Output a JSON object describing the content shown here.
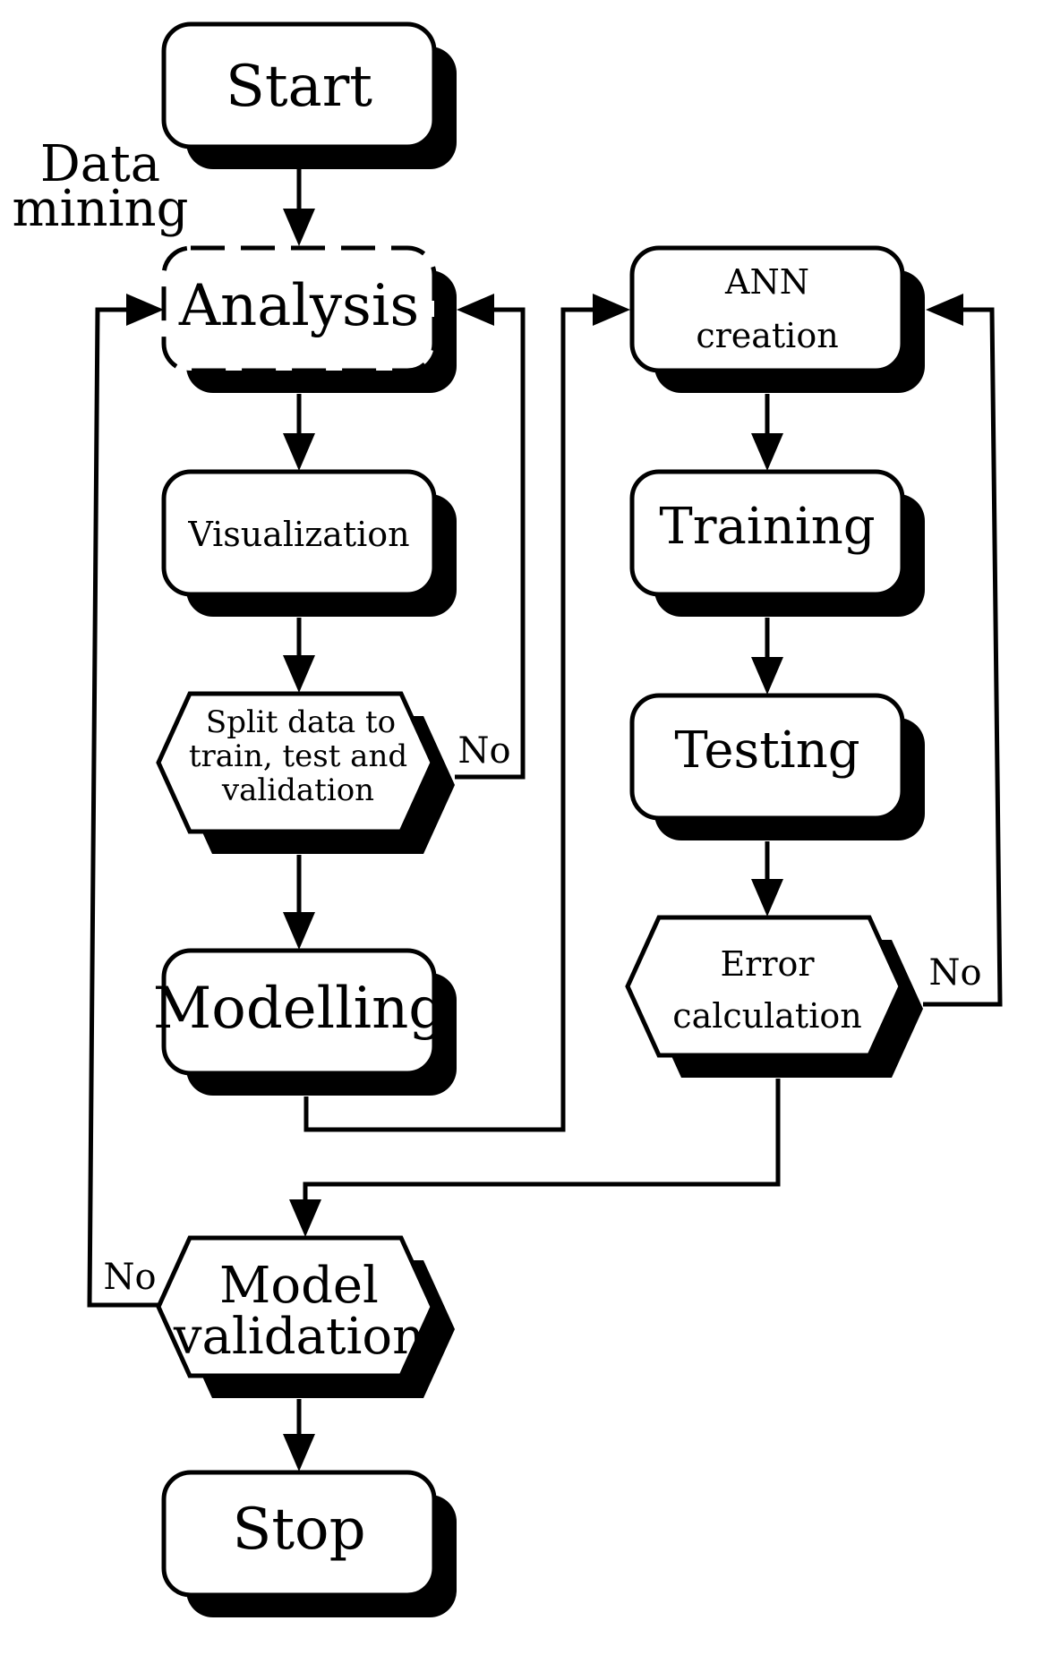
{
  "diagram": {
    "nodes": {
      "start": {
        "lines": [
          "Start"
        ]
      },
      "analysis": {
        "lines": [
          "Analysis"
        ]
      },
      "visualization": {
        "lines": [
          "Visualization"
        ]
      },
      "split": {
        "lines": [
          "Split data to",
          "train, test and",
          "validation"
        ]
      },
      "modelling": {
        "lines": [
          "Modelling"
        ]
      },
      "ann_creation": {
        "lines": [
          "ANN",
          "creation"
        ]
      },
      "training": {
        "lines": [
          "Training"
        ]
      },
      "testing": {
        "lines": [
          "Testing"
        ]
      },
      "error_calculation": {
        "lines": [
          "Error",
          "calculation"
        ]
      },
      "model_validation": {
        "lines": [
          "Model",
          "validation"
        ]
      },
      "stop": {
        "lines": [
          "Stop"
        ]
      }
    },
    "annotations": {
      "data_mining": [
        "Data",
        "mining"
      ]
    },
    "edge_labels": {
      "split_no": "No",
      "error_no": "No",
      "validation_no": "No"
    }
  }
}
